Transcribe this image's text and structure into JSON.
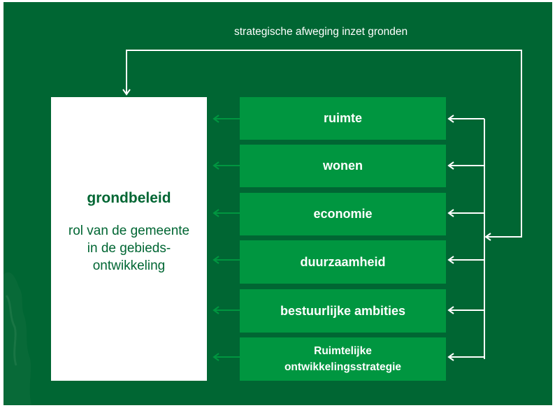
{
  "colors": {
    "background": "#006633",
    "factor_box": "#009640",
    "main_box": "#ffffff",
    "main_text": "#006633",
    "connector": "#ffffff",
    "factor_arrow": "#009640"
  },
  "feedback_label": "strategische afweging inzet gronden",
  "main_box": {
    "title": "grondbeleid",
    "subtitle_lines": [
      "rol van de gemeente",
      "in de gebieds-",
      "ontwikkeling"
    ]
  },
  "factors": [
    {
      "label": "ruimte"
    },
    {
      "label": "wonen"
    },
    {
      "label": "economie"
    },
    {
      "label": "duurzaamheid"
    },
    {
      "label": "bestuurlijke ambities"
    },
    {
      "label": "Ruimtelijke ontwikkelingsstrategie",
      "lines": [
        "Ruimtelijke",
        "ontwikkelingsstrategie"
      ]
    }
  ],
  "icons": {
    "factor_to_main_arrow": "arrow-left-icon",
    "bus_to_factor_arrow": "arrow-left-icon",
    "feedback_arrow": "arrow-down-icon"
  }
}
